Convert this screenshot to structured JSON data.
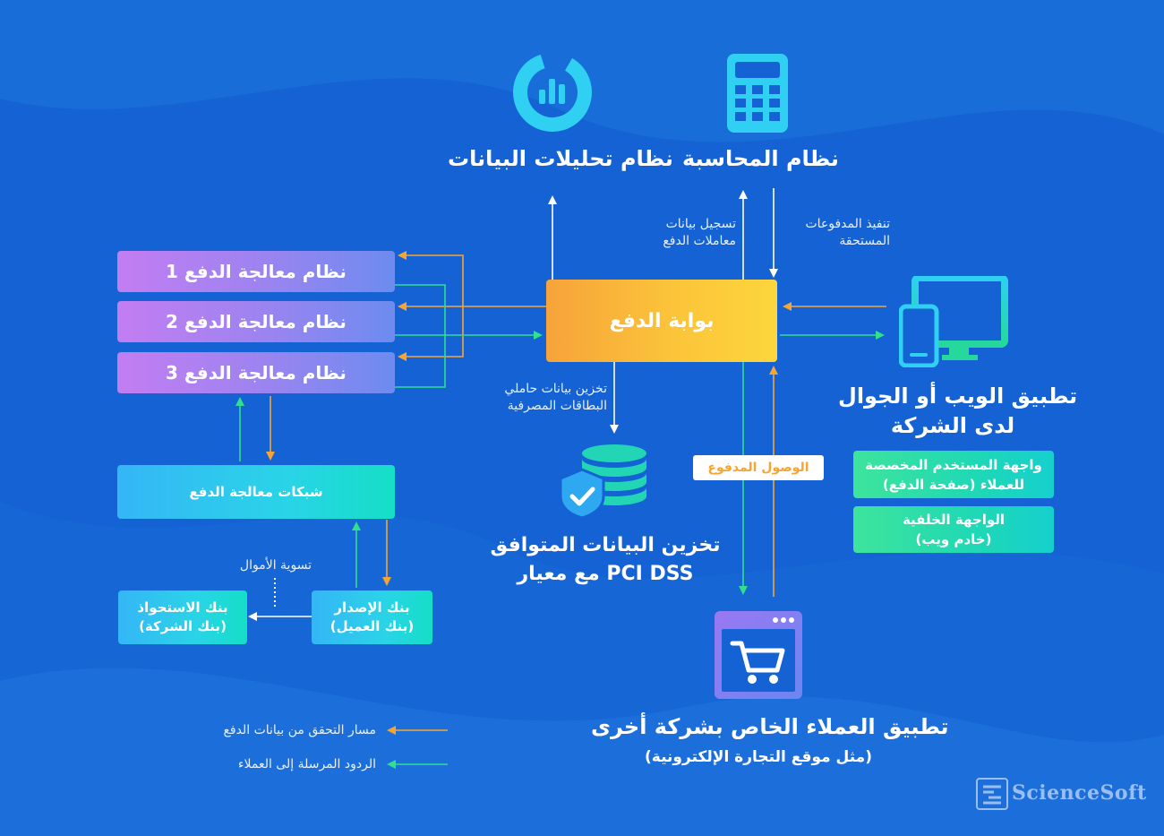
{
  "central": {
    "gateway": "بوابة الدفع"
  },
  "processors": [
    "نظام معالجة الدفع 1",
    "نظام معالجة الدفع 2",
    "نظام معالجة الدفع 3"
  ],
  "networks": "شبكات معالجة الدفع",
  "banks": {
    "issuing": [
      "بنك الإصدار",
      "(بنك العميل)"
    ],
    "acquiring": [
      "بنك الاستحواذ",
      "(بنك الشركة)"
    ],
    "settlement": "تسوية الأموال"
  },
  "top": {
    "analytics": "نظام تحليلات البيانات",
    "accounting": "نظام المحاسبة",
    "record_label": [
      "تسجيل بيانات",
      "معاملات الدفع"
    ],
    "execute_label": [
      "تنفيذ المدفوعات",
      "المستحقة"
    ]
  },
  "storage": {
    "label": [
      "تخزين البيانات المتوافق",
      "مع معيار PCI DSS"
    ],
    "edge_label": [
      "تخزين بيانات حاملي",
      "البطاقات المصرفية"
    ]
  },
  "webapp": {
    "title": [
      "تطبيق الويب أو الجوال",
      "لدى الشركة"
    ],
    "frontend": [
      "واجهة المستخدم المخصصة",
      "للعملاء (صفحة الدفع)"
    ],
    "backend": [
      "الواجهة الخلفية",
      "(خادم ويب)"
    ]
  },
  "ecommerce": {
    "title": "تطبيق العملاء الخاص بشركة أخرى",
    "subtitle": "(مثل موقع التجارة الإلكترونية)",
    "paid_access": "الوصول المدفوع"
  },
  "legend": {
    "orange": "مسار التحقق من بيانات الدفع",
    "green": "الردود المرسلة إلى العملاء"
  },
  "brand": "ScienceSoft",
  "colors": {
    "orange": "#f6a534",
    "green": "#2fe08c",
    "white": "#ffffff",
    "background": "#1462d4"
  }
}
